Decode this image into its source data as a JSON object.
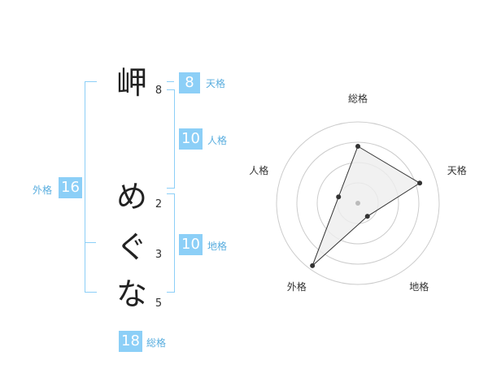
{
  "name_chars": [
    {
      "char": "岬",
      "strokes": "8"
    },
    {
      "char": "め",
      "strokes": "2"
    },
    {
      "char": "ぐ",
      "strokes": "3"
    },
    {
      "char": "な",
      "strokes": "5"
    }
  ],
  "kakusu": {
    "tenkaku": {
      "label": "天格",
      "value": "8"
    },
    "jinkaku": {
      "label": "人格",
      "value": "10"
    },
    "chikaku": {
      "label": "地格",
      "value": "10"
    },
    "gaikaku": {
      "label": "外格",
      "value": "16"
    },
    "soukaku": {
      "label": "総格",
      "value": "18"
    }
  },
  "radar": {
    "axes": [
      "総格",
      "天格",
      "地格",
      "外格",
      "人格"
    ],
    "values": [
      0.7,
      0.8,
      0.2,
      0.95,
      0.25
    ],
    "colors": {
      "grid": "#cccccc",
      "fill": "#eeeeee",
      "line": "#333333",
      "point": "#333333",
      "center": "#bbbbbb"
    }
  },
  "colors": {
    "accent": "#8ccff7",
    "label": "#5aaedf"
  }
}
